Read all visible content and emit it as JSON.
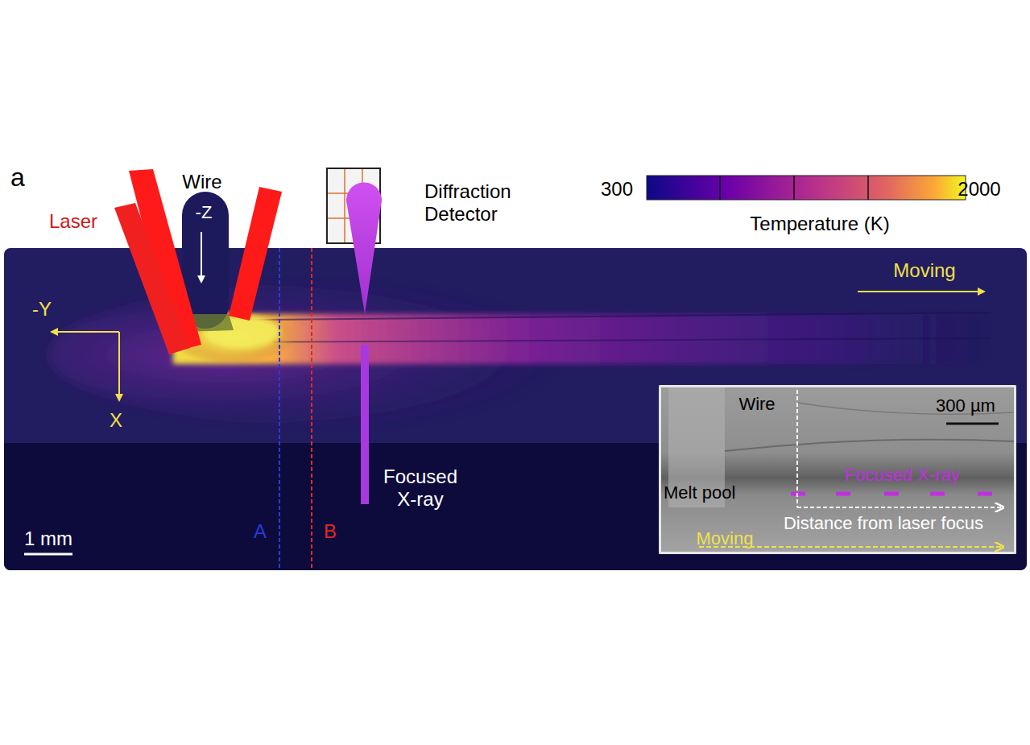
{
  "diagram": {
    "nodes": [
      {
        "text": [
          "Wire",
          "300 µm",
          "Focused X-ray",
          "Melt pool",
          "Distance from laser focus",
          "Moving"
        ]
      }
    ],
    "labels": [
      "a",
      "Laser",
      "Wire",
      "-Z",
      "-Y",
      "X",
      "Diffraction Detector",
      "300",
      "2000",
      "Temperature (K)",
      "Moving",
      "Focused X-ray",
      "1 mm",
      "A",
      "B"
    ]
  }
}
